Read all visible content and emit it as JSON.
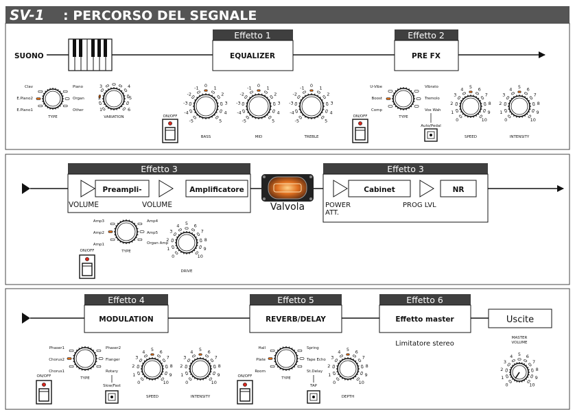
{
  "title": {
    "logo": "SV-1",
    "text": ": PERCORSO DEL SEGNALE"
  },
  "colors": {
    "header_bg": "#3f3f3f",
    "title_bg": "#555555",
    "led": "#e06a10",
    "led_red": "#d8261c",
    "panel_border": "#444444",
    "text": "#111111"
  },
  "row1": {
    "source_label": "SUONO",
    "effect1_header": "Effetto 1",
    "effect1_box": "EQUALIZER",
    "effect2_header": "Effetto 2",
    "effect2_box": "PRE FX",
    "type_knob": {
      "caption": "TYPE",
      "options": [
        "Clav",
        "E.Piano2",
        "E.Piano1",
        "Piano",
        "Organ",
        "Other"
      ]
    },
    "variation_knob": {
      "caption": "VARIATION",
      "marks": [
        "1",
        "2",
        "3",
        "4",
        "5",
        "6"
      ]
    },
    "eq_knobs": [
      {
        "caption": "BASS",
        "scale": [
          "-5",
          "-4",
          "-3",
          "-2",
          "-1",
          "0",
          "1",
          "2",
          "3",
          "4",
          "5"
        ]
      },
      {
        "caption": "MID",
        "scale": [
          "-5",
          "-4",
          "-3",
          "-2",
          "-1",
          "0",
          "1",
          "2",
          "3",
          "4",
          "5"
        ]
      },
      {
        "caption": "TREBLE",
        "scale": [
          "-5",
          "-4",
          "-3",
          "-2",
          "-1",
          "0",
          "1",
          "2",
          "3",
          "4",
          "5"
        ]
      }
    ],
    "onoff1": "ON/OFF",
    "onoff2": "ON/OFF",
    "prefx_type": {
      "caption": "TYPE",
      "options": [
        "U-Vibe",
        "Boost",
        "Comp",
        "Vibrato",
        "Tremolo",
        "Vox Wah"
      ]
    },
    "auto_pedal": "Auto/Pedal",
    "speed_knob": {
      "caption": "SPEED",
      "scale": [
        "0",
        "1",
        "2",
        "3",
        "4",
        "5",
        "6",
        "7",
        "8",
        "9",
        "10"
      ]
    },
    "intensity_knob": {
      "caption": "INTENSITY",
      "scale": [
        "0",
        "1",
        "2",
        "3",
        "4",
        "5",
        "6",
        "7",
        "8",
        "9",
        "10"
      ]
    }
  },
  "row2": {
    "effect3a_header": "Effetto 3",
    "preamp_box": "Preampli-",
    "amp_box": "Amplificatore",
    "volume1": "VOLUME",
    "volume2": "VOLUME",
    "valve_label": "Valvola",
    "effect3b_header": "Effetto 3",
    "cabinet_box": "Cabinet",
    "nr_box": "NR",
    "power_att": [
      "POWER",
      "ATT."
    ],
    "prog_lvl": "PROG LVL",
    "amp_type": {
      "caption": "TYPE",
      "options": [
        "Amp3",
        "Amp2",
        "Amp1",
        "Amp4",
        "Amp5",
        "Organ Amp"
      ]
    },
    "drive_knob": {
      "caption": "DRIVE",
      "scale": [
        "0",
        "1",
        "2",
        "3",
        "4",
        "5",
        "6",
        "7",
        "8",
        "9",
        "10"
      ]
    },
    "onoff": "ON/OFF"
  },
  "row3": {
    "effect4_header": "Effetto 4",
    "modulation_box": "MODULATION",
    "effect5_header": "Effetto 5",
    "reverb_box": "REVERB/DELAY",
    "effect6_header": "Effetto 6",
    "master_box": "Effetto master",
    "master_sub": "Limitatore stereo",
    "outputs_box": "Uscite",
    "mod_type": {
      "caption": "TYPE",
      "options": [
        "Phaser1",
        "Chorus2",
        "Chorus1",
        "Phaser2",
        "Flanger",
        "Rotary"
      ]
    },
    "slow_fast": "Slow/Fast",
    "speed_knob": {
      "caption": "SPEED",
      "scale": [
        "0",
        "1",
        "2",
        "3",
        "4",
        "5",
        "6",
        "7",
        "8",
        "9",
        "10"
      ]
    },
    "intensity_knob": {
      "caption": "INTENSITY",
      "scale": [
        "0",
        "1",
        "2",
        "3",
        "4",
        "5",
        "6",
        "7",
        "8",
        "9",
        "10"
      ]
    },
    "rev_type": {
      "caption": "TYPE",
      "options": [
        "Hall",
        "Plate",
        "Room",
        "Spring",
        "Tape Echo",
        "St.Delay"
      ]
    },
    "tap": "TAP",
    "depth_knob": {
      "caption": "DEPTH",
      "scale": [
        "0",
        "1",
        "2",
        "3",
        "4",
        "5",
        "6",
        "7",
        "8",
        "9",
        "10"
      ]
    },
    "master_volume": {
      "caption": [
        "MASTER",
        "VOLUME"
      ],
      "scale": [
        "0",
        "1",
        "2",
        "3",
        "4",
        "5",
        "6",
        "7",
        "8",
        "9",
        "10"
      ]
    },
    "onoff1": "ON/OFF",
    "onoff2": "ON/OFF"
  }
}
